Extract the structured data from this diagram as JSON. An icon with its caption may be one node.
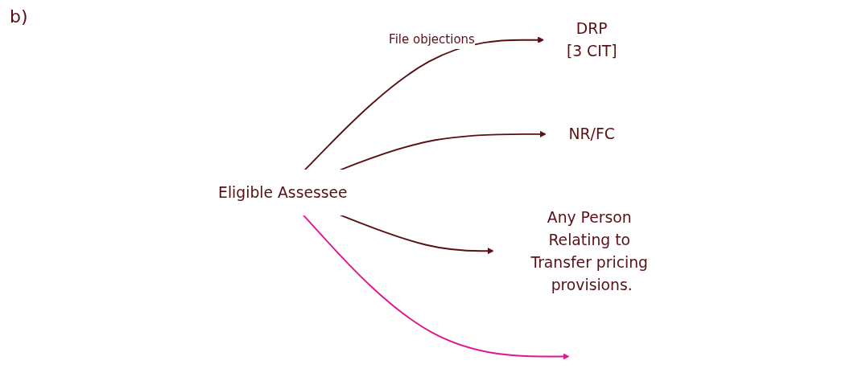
{
  "diagram": {
    "nodes": [
      {
        "text": [
          "Eligible Assessee"
        ]
      },
      {
        "text": [
          "DRP",
          "[3 CIT]"
        ]
      },
      {
        "text": [
          "NR/FC"
        ]
      },
      {
        "text": [
          "Any Person Relating to Transfer pricing provisions."
        ]
      }
    ],
    "edges": [
      {
        "from": 0,
        "to": 1,
        "arrow": "to",
        "label": "File objections"
      },
      {
        "from": 0,
        "to": 2,
        "arrow": "to"
      },
      {
        "from": 0,
        "to": 3,
        "arrow": "to"
      },
      {
        "from": 0,
        "to": null,
        "arrow": "to",
        "color": "#e0158c"
      }
    ],
    "labels": [
      "b)"
    ]
  }
}
